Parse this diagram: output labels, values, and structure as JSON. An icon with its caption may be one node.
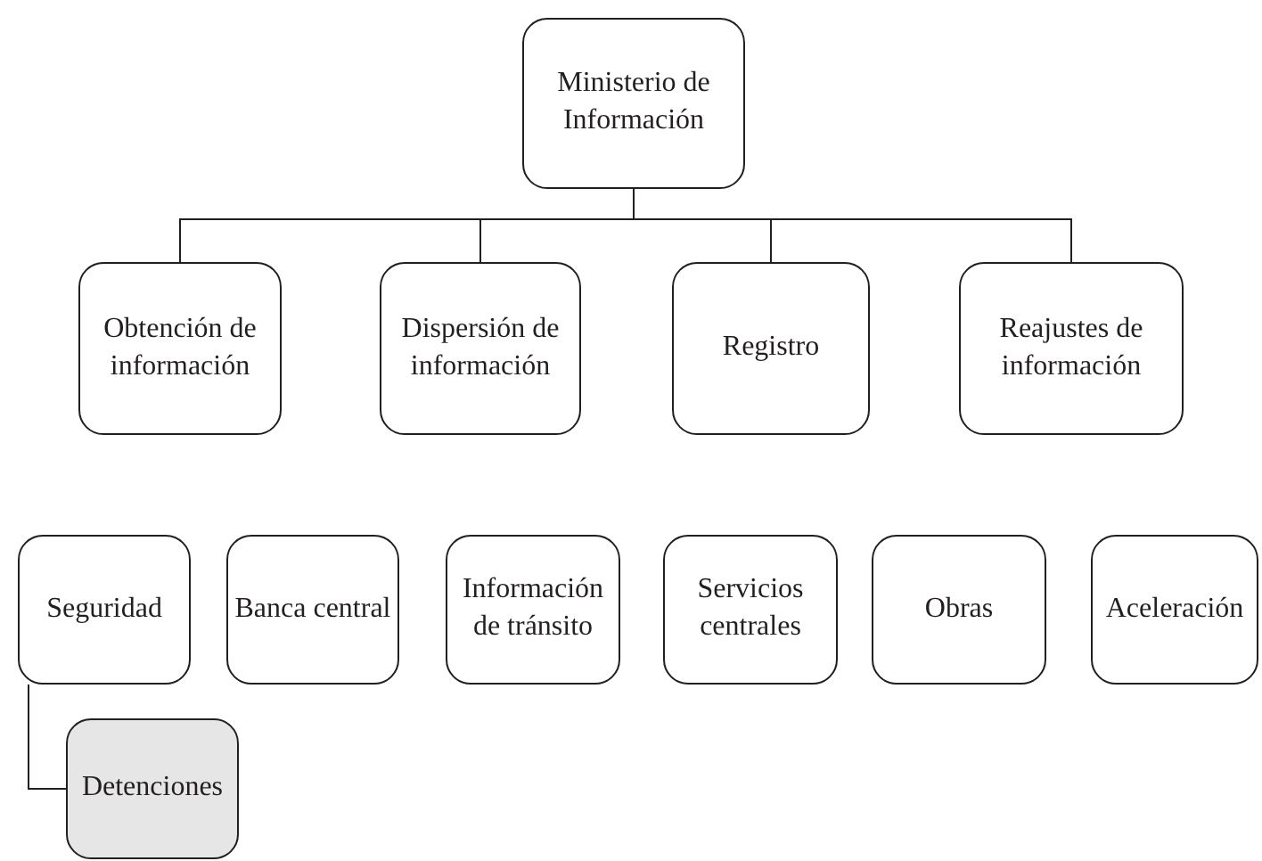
{
  "diagram": {
    "nodes": [
      {
        "text": [
          "Ministerio de Información"
        ]
      },
      {
        "text": [
          "Obtención de información"
        ]
      },
      {
        "text": [
          "Dispersión de información"
        ]
      },
      {
        "text": [
          "Registro"
        ]
      },
      {
        "text": [
          "Reajustes de información"
        ]
      },
      {
        "text": [
          "Seguridad"
        ]
      },
      {
        "text": [
          "Banca central"
        ]
      },
      {
        "text": [
          "Información de tránsito"
        ]
      },
      {
        "text": [
          "Servicios centrales"
        ]
      },
      {
        "text": [
          "Obras"
        ]
      },
      {
        "text": [
          "Aceleración"
        ]
      },
      {
        "text": [
          "Detenciones"
        ]
      }
    ],
    "edges": [
      {
        "from": 0,
        "to": 1,
        "arrow": "none"
      },
      {
        "from": 0,
        "to": 2,
        "arrow": "none"
      },
      {
        "from": 0,
        "to": 3,
        "arrow": "none"
      },
      {
        "from": 0,
        "to": 4,
        "arrow": "none"
      },
      {
        "from": 5,
        "to": 11,
        "arrow": "none"
      }
    ]
  }
}
